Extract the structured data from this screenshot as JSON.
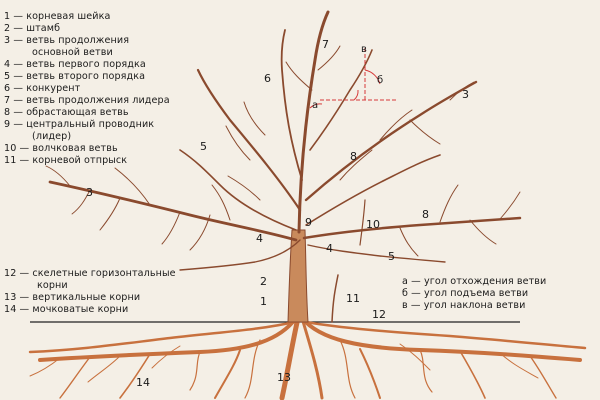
{
  "legend_top": [
    "1 — корневая шейка",
    "2 — штамб",
    "3 — ветвь продолжения",
    "основной ветви",
    "4 — ветвь первого порядка",
    "5 — ветвь второго порядка",
    "6 — конкурент",
    "7 — ветвь продолжения лидера",
    "8 — обрастающая ветвь",
    "9 — центральный проводник",
    "(лидер)",
    "10 — волчковая ветвь",
    "11 — корневой отпрыск"
  ],
  "legend_roots": [
    "12 — скелетные горизонталь­ные",
    "корни",
    "13 — вертикальные корни",
    "14 — мочковатые корни"
  ],
  "legend_angles": [
    "а — угол отхождения ветви",
    "б — угол подъема ветви",
    "в — угол наклона ветви"
  ],
  "tree_labels": {
    "n1": "1",
    "n2": "2",
    "n3_left": "3",
    "n3_right": "3",
    "n4_left": "4",
    "n4_right": "4",
    "n5_left": "5",
    "n5_right": "5",
    "n6": "6",
    "n7": "7",
    "n8_mid": "8",
    "n8_right": "8",
    "n9": "9",
    "n10": "10",
    "n11": "11",
    "n12": "12",
    "n13": "13",
    "n14": "14",
    "angle_a": "а",
    "angle_b": "б",
    "angle_v": "в"
  },
  "colors": {
    "background": "#f4efe6",
    "branch": "#8a4a2e",
    "trunk": "#c98a5c",
    "root": "#c8713e",
    "angle_line": "#d63a3a"
  }
}
